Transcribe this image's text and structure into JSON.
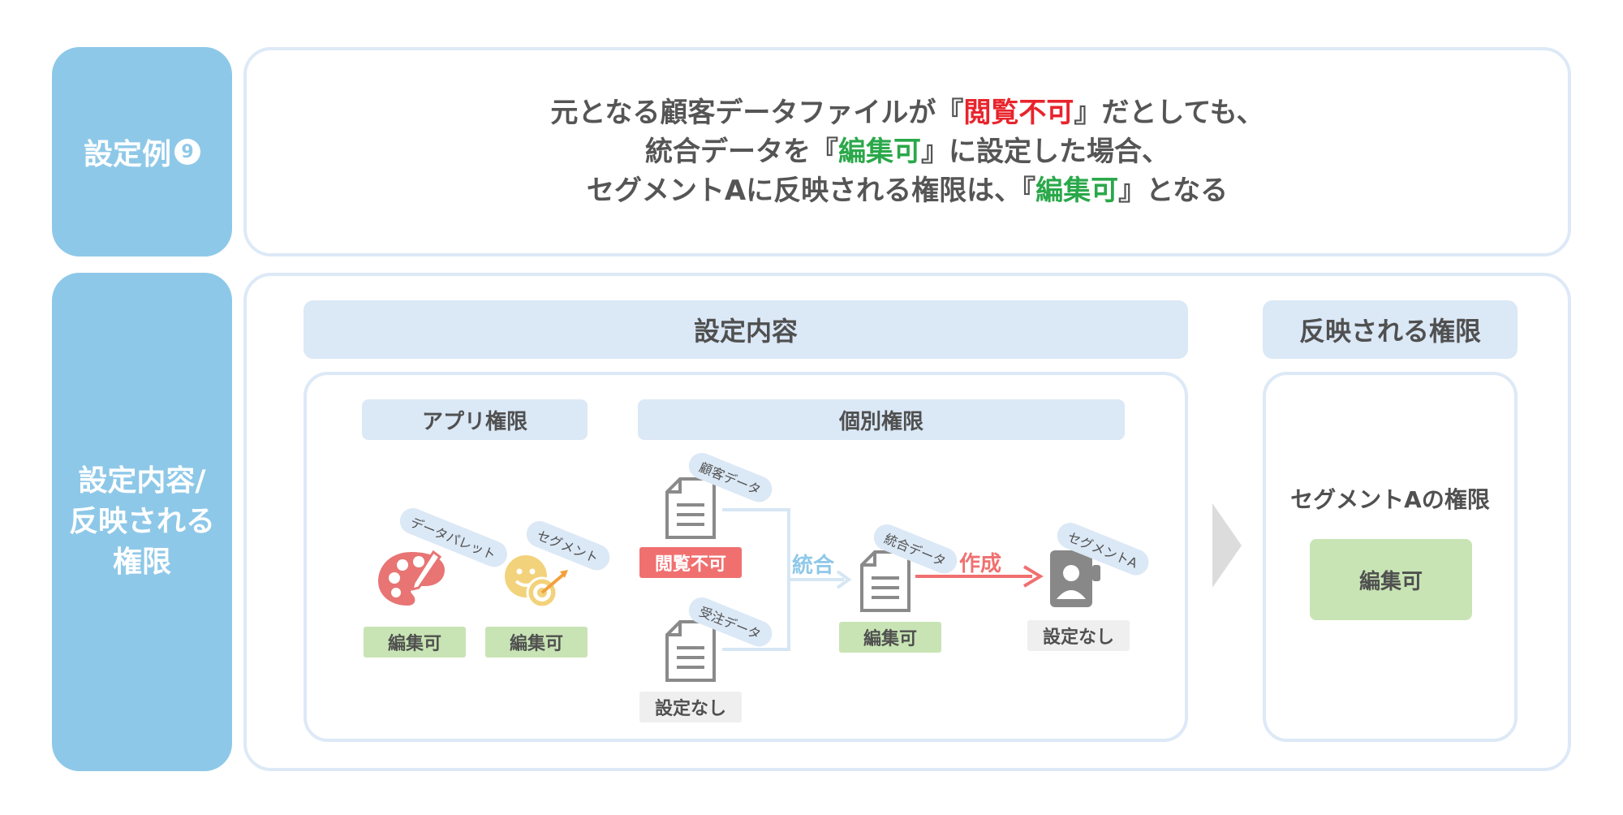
{
  "example": {
    "label": "設定例",
    "number": "9"
  },
  "summary": {
    "line1_pre": "元となる顧客データファイルが『",
    "line1_hl": "閲覧不可",
    "line1_post": "』だとしても、",
    "line2_pre": "統合データを『",
    "line2_hl": "編集可",
    "line2_post": "』に設定した場合、",
    "line3_pre": "セグメントAに反映される権限は、『",
    "line3_hl": "編集可",
    "line3_post": "』となる"
  },
  "section_label": [
    "設定内容/",
    "反映される",
    "権限"
  ],
  "settings": {
    "header": "設定内容",
    "app_perm": {
      "header": "アプリ権限",
      "items": [
        {
          "bubble": "データパレット",
          "icon": "palette-icon",
          "tag": "編集可"
        },
        {
          "bubble": "セグメント",
          "icon": "target-icon",
          "tag": "編集可"
        }
      ]
    },
    "individual": {
      "header": "個別権限",
      "customer": {
        "bubble": "顧客データ",
        "tag": "閲覧不可"
      },
      "order": {
        "bubble": "受注データ",
        "tag": "設定なし"
      },
      "merge_label": "統合",
      "merged": {
        "bubble": "統合データ",
        "tag": "編集可"
      },
      "create_label": "作成",
      "segment": {
        "bubble": "セグメントA",
        "tag": "設定なし"
      }
    }
  },
  "result": {
    "header": "反映される権限",
    "title": "セグメントAの権限",
    "value": "編集可"
  },
  "colors": {
    "side": "#8ec8e8",
    "panel_border": "#dde9f6",
    "header_bg": "#dbe8f6",
    "green_tag": "#c8e4b4",
    "red_tag": "#f07070",
    "red_text": "#e8242c",
    "green_text": "#2aa84a"
  }
}
